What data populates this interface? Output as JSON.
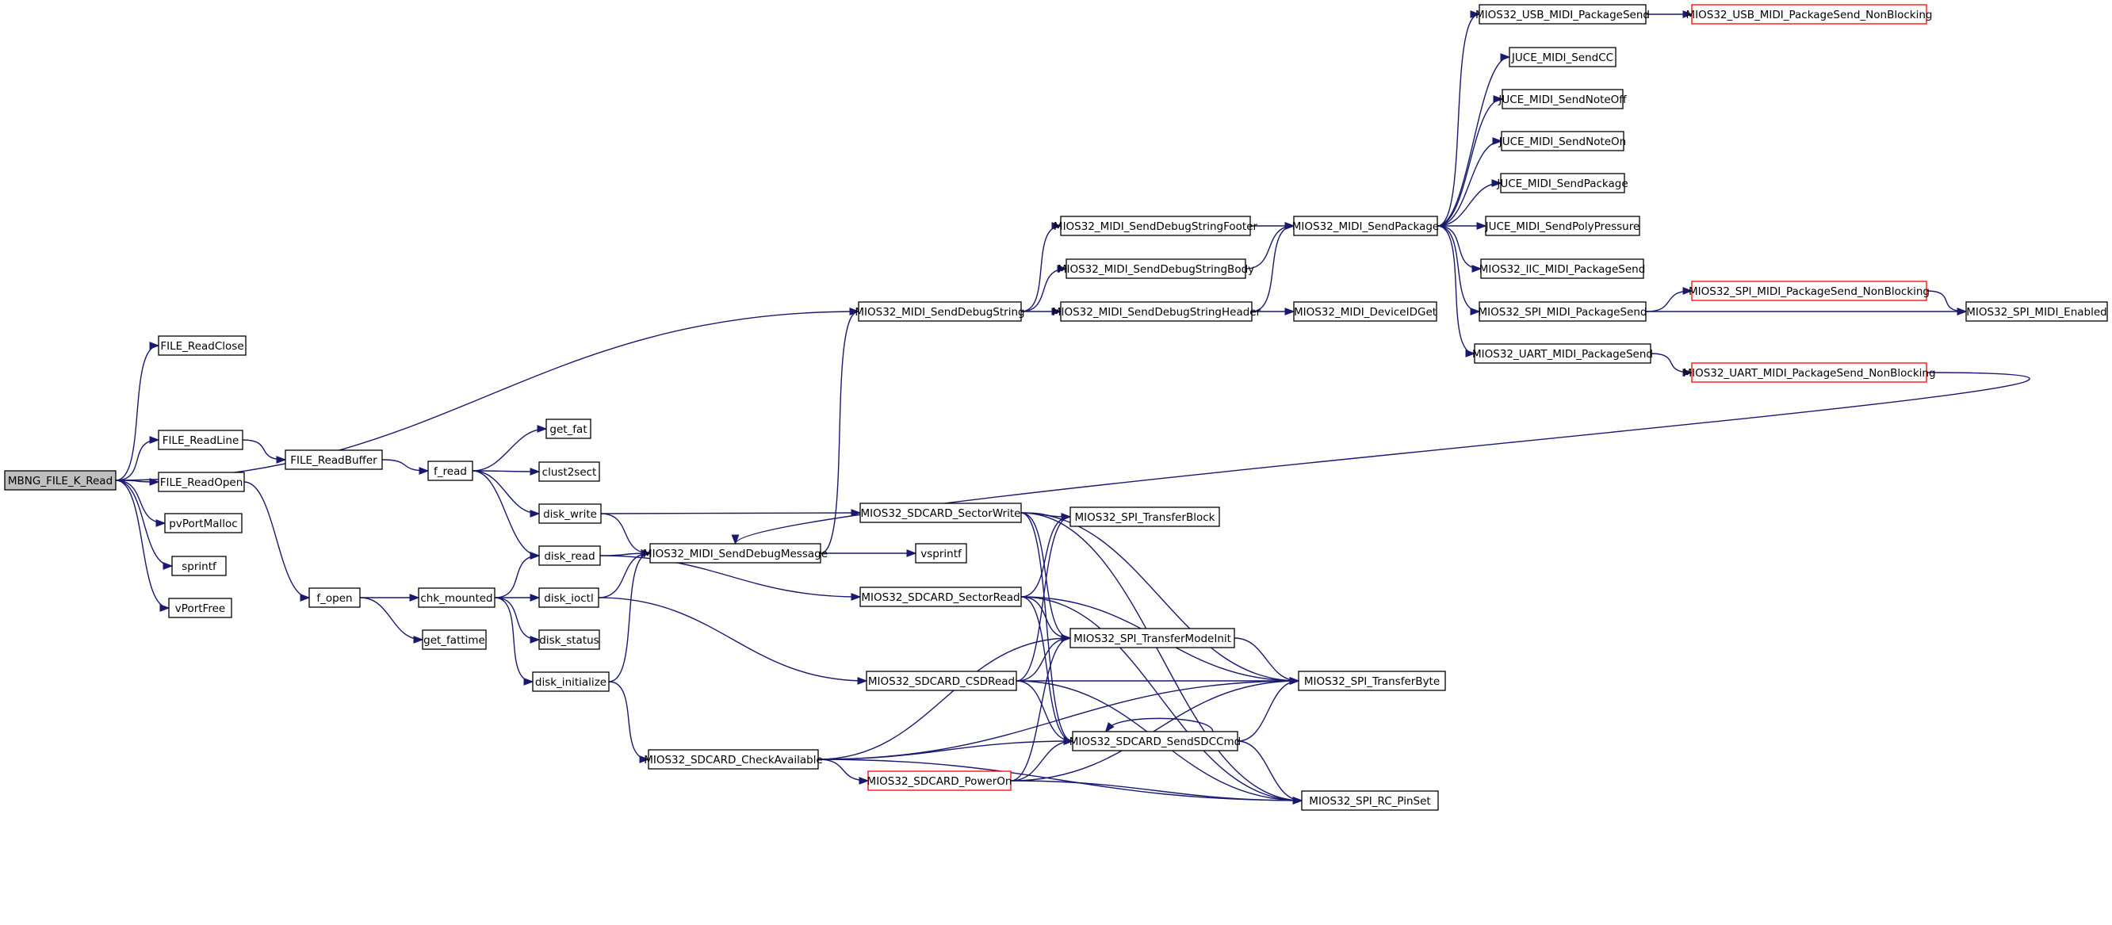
{
  "graph": {
    "nodes": [
      {
        "id": "root",
        "label": "MBNG_FILE_K_Read",
        "root": true
      },
      {
        "id": "readclose",
        "label": "FILE_ReadClose"
      },
      {
        "id": "readline",
        "label": "FILE_ReadLine"
      },
      {
        "id": "readopen",
        "label": "FILE_ReadOpen"
      },
      {
        "id": "pvport",
        "label": "pvPortMalloc"
      },
      {
        "id": "sprintf",
        "label": "sprintf"
      },
      {
        "id": "vportfree",
        "label": "vPortFree"
      },
      {
        "id": "readbuffer",
        "label": "FILE_ReadBuffer"
      },
      {
        "id": "fread",
        "label": "f_read"
      },
      {
        "id": "getfat",
        "label": "get_fat"
      },
      {
        "id": "clust2sect",
        "label": "clust2sect"
      },
      {
        "id": "diskwrite",
        "label": "disk_write"
      },
      {
        "id": "diskread",
        "label": "disk_read"
      },
      {
        "id": "fopen",
        "label": "f_open"
      },
      {
        "id": "getfattime",
        "label": "get_fattime"
      },
      {
        "id": "chkmounted",
        "label": "chk_mounted"
      },
      {
        "id": "diskioctl",
        "label": "disk_ioctl"
      },
      {
        "id": "diskstatus",
        "label": "disk_status"
      },
      {
        "id": "diskinit",
        "label": "disk_initialize"
      },
      {
        "id": "senddebugmsg",
        "label": "MIOS32_MIDI_SendDebugMessage"
      },
      {
        "id": "vsprintf",
        "label": "vsprintf"
      },
      {
        "id": "checkavail",
        "label": "MIOS32_SDCARD_CheckAvailable"
      },
      {
        "id": "senddebugstr",
        "label": "MIOS32_MIDI_SendDebugString"
      },
      {
        "id": "footer",
        "label": "MIOS32_MIDI_SendDebugStringFooter"
      },
      {
        "id": "body",
        "label": "MIOS32_MIDI_SendDebugStringBody"
      },
      {
        "id": "header",
        "label": "MIOS32_MIDI_SendDebugStringHeader"
      },
      {
        "id": "sendpackage",
        "label": "MIOS32_MIDI_SendPackage"
      },
      {
        "id": "deviceid",
        "label": "MIOS32_MIDI_DeviceIDGet"
      },
      {
        "id": "sectorwrite",
        "label": "MIOS32_SDCARD_SectorWrite"
      },
      {
        "id": "sectorread",
        "label": "MIOS32_SDCARD_SectorRead"
      },
      {
        "id": "csdread",
        "label": "MIOS32_SDCARD_CSDRead"
      },
      {
        "id": "poweron",
        "label": "MIOS32_SDCARD_PowerOn",
        "truncated": true
      },
      {
        "id": "xferblock",
        "label": "MIOS32_SPI_TransferBlock"
      },
      {
        "id": "xfermode",
        "label": "MIOS32_SPI_TransferModeInit"
      },
      {
        "id": "sendsdcmd",
        "label": "MIOS32_SDCARD_SendSDCCmd"
      },
      {
        "id": "xferbyte",
        "label": "MIOS32_SPI_TransferByte"
      },
      {
        "id": "rcpinset",
        "label": "MIOS32_SPI_RC_PinSet"
      },
      {
        "id": "usbsend",
        "label": "MIOS32_USB_MIDI_PackageSend"
      },
      {
        "id": "usbsendnb",
        "label": "MIOS32_USB_MIDI_PackageSend_NonBlocking",
        "truncated": true
      },
      {
        "id": "jucecc",
        "label": "JUCE_MIDI_SendCC"
      },
      {
        "id": "juceoff",
        "label": "JUCE_MIDI_SendNoteOff"
      },
      {
        "id": "juceon",
        "label": "JUCE_MIDI_SendNoteOn"
      },
      {
        "id": "jucepkg",
        "label": "JUCE_MIDI_SendPackage"
      },
      {
        "id": "jucepoly",
        "label": "JUCE_MIDI_SendPolyPressure"
      },
      {
        "id": "iicsend",
        "label": "MIOS32_IIC_MIDI_PackageSend"
      },
      {
        "id": "spisend",
        "label": "MIOS32_SPI_MIDI_PackageSend"
      },
      {
        "id": "spisendnb",
        "label": "MIOS32_SPI_MIDI_PackageSend_NonBlocking",
        "truncated": true
      },
      {
        "id": "spienabled",
        "label": "MIOS32_SPI_MIDI_Enabled"
      },
      {
        "id": "uartsend",
        "label": "MIOS32_UART_MIDI_PackageSend"
      },
      {
        "id": "uartsendnb",
        "label": "MIOS32_UART_MIDI_PackageSend_NonBlocking",
        "truncated": true
      }
    ],
    "edges": [
      [
        "root",
        "readclose"
      ],
      [
        "root",
        "senddebugstr"
      ],
      [
        "root",
        "readline"
      ],
      [
        "root",
        "readopen"
      ],
      [
        "root",
        "pvport"
      ],
      [
        "root",
        "sprintf"
      ],
      [
        "root",
        "vportfree"
      ],
      [
        "readline",
        "readbuffer"
      ],
      [
        "readbuffer",
        "fread"
      ],
      [
        "fread",
        "getfat"
      ],
      [
        "fread",
        "clust2sect"
      ],
      [
        "fread",
        "diskwrite"
      ],
      [
        "fread",
        "diskread"
      ],
      [
        "readopen",
        "fopen"
      ],
      [
        "fopen",
        "chkmounted"
      ],
      [
        "fopen",
        "getfattime"
      ],
      [
        "chkmounted",
        "diskread"
      ],
      [
        "chkmounted",
        "diskioctl"
      ],
      [
        "chkmounted",
        "diskstatus"
      ],
      [
        "chkmounted",
        "diskinit"
      ],
      [
        "diskwrite",
        "senddebugmsg"
      ],
      [
        "diskwrite",
        "sectorwrite"
      ],
      [
        "diskread",
        "senddebugmsg"
      ],
      [
        "diskread",
        "sectorread"
      ],
      [
        "diskioctl",
        "senddebugmsg"
      ],
      [
        "diskioctl",
        "csdread"
      ],
      [
        "diskinit",
        "senddebugmsg"
      ],
      [
        "diskinit",
        "checkavail"
      ],
      [
        "senddebugmsg",
        "senddebugstr"
      ],
      [
        "senddebugmsg",
        "vsprintf"
      ],
      [
        "senddebugstr",
        "footer"
      ],
      [
        "senddebugstr",
        "body"
      ],
      [
        "senddebugstr",
        "header"
      ],
      [
        "footer",
        "sendpackage"
      ],
      [
        "body",
        "sendpackage"
      ],
      [
        "header",
        "sendpackage"
      ],
      [
        "header",
        "deviceid"
      ],
      [
        "sendpackage",
        "usbsend"
      ],
      [
        "sendpackage",
        "jucecc"
      ],
      [
        "sendpackage",
        "juceoff"
      ],
      [
        "sendpackage",
        "juceon"
      ],
      [
        "sendpackage",
        "jucepkg"
      ],
      [
        "sendpackage",
        "jucepoly"
      ],
      [
        "sendpackage",
        "iicsend"
      ],
      [
        "sendpackage",
        "spisend"
      ],
      [
        "sendpackage",
        "uartsend"
      ],
      [
        "usbsend",
        "usbsendnb"
      ],
      [
        "spisend",
        "spisendnb"
      ],
      [
        "spisend",
        "spienabled"
      ],
      [
        "spisendnb",
        "spienabled"
      ],
      [
        "uartsend",
        "uartsendnb"
      ],
      [
        "uartsendnb",
        "senddebugmsg"
      ],
      [
        "sectorwrite",
        "xferblock"
      ],
      [
        "sectorwrite",
        "xfermode"
      ],
      [
        "sectorwrite",
        "sendsdcmd"
      ],
      [
        "sectorwrite",
        "xferbyte"
      ],
      [
        "sectorwrite",
        "rcpinset"
      ],
      [
        "sectorread",
        "xferblock"
      ],
      [
        "sectorread",
        "xfermode"
      ],
      [
        "sectorread",
        "sendsdcmd"
      ],
      [
        "sectorread",
        "xferbyte"
      ],
      [
        "sectorread",
        "rcpinset"
      ],
      [
        "csdread",
        "xferblock"
      ],
      [
        "csdread",
        "xfermode"
      ],
      [
        "csdread",
        "sendsdcmd"
      ],
      [
        "csdread",
        "xferbyte"
      ],
      [
        "csdread",
        "rcpinset"
      ],
      [
        "checkavail",
        "xfermode"
      ],
      [
        "checkavail",
        "sendsdcmd"
      ],
      [
        "checkavail",
        "poweron"
      ],
      [
        "checkavail",
        "xferbyte"
      ],
      [
        "checkavail",
        "rcpinset"
      ],
      [
        "poweron",
        "xfermode"
      ],
      [
        "poweron",
        "sendsdcmd"
      ],
      [
        "poweron",
        "xferbyte"
      ],
      [
        "poweron",
        "rcpinset"
      ],
      [
        "xfermode",
        "xferbyte"
      ],
      [
        "sendsdcmd",
        "sendsdcmd"
      ],
      [
        "sendsdcmd",
        "xferbyte"
      ],
      [
        "sendsdcmd",
        "rcpinset"
      ]
    ],
    "colors": {
      "edge": "#191970",
      "node_border": "#000000",
      "truncated_border": "#ff0000",
      "root_fill": "#bfbfbf",
      "node_fill": "#ffffff"
    }
  }
}
